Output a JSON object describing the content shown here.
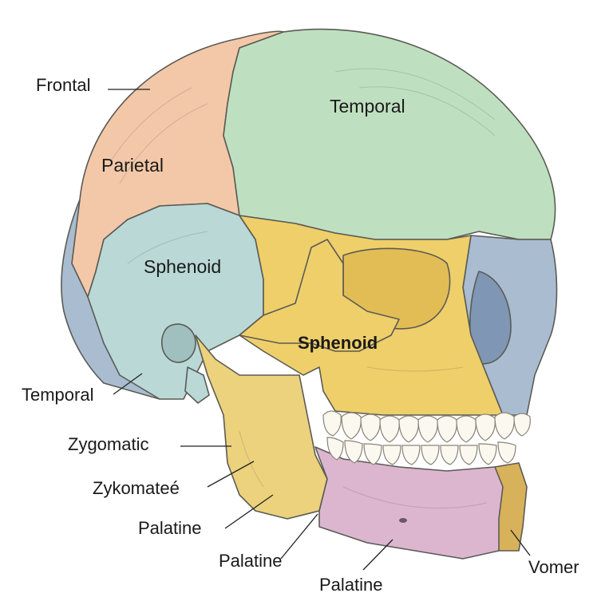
{
  "labels": {
    "frontal": "Frontal",
    "parietal": "Parietal",
    "temporal_top": "Temporal",
    "sphenoid_side": "Sphenoid",
    "sphenoid_face": "Sphenoid",
    "temporal_left": "Temporal",
    "zygomatic": "Zygomatic",
    "zykomatee": "Zykomateé",
    "palatine_1": "Palatine",
    "palatine_2": "Palatine",
    "palatine_3": "Palatine",
    "vomer": "Vomer"
  },
  "colors": {
    "parietal_peach": "#f3c8a8",
    "temporal_green": "#bfe0c0",
    "sphenoid_blue": "#b9d8d6",
    "occipital_blue": "#a9bcd0",
    "face_yellow": "#efcf6a",
    "mandible_pink": "#dcb6cf",
    "mandible_yellow": "#ecd27c",
    "vomer_tan": "#d8b25a",
    "orbit_blue": "#7f96b4",
    "teeth": "#fbf8ef"
  }
}
